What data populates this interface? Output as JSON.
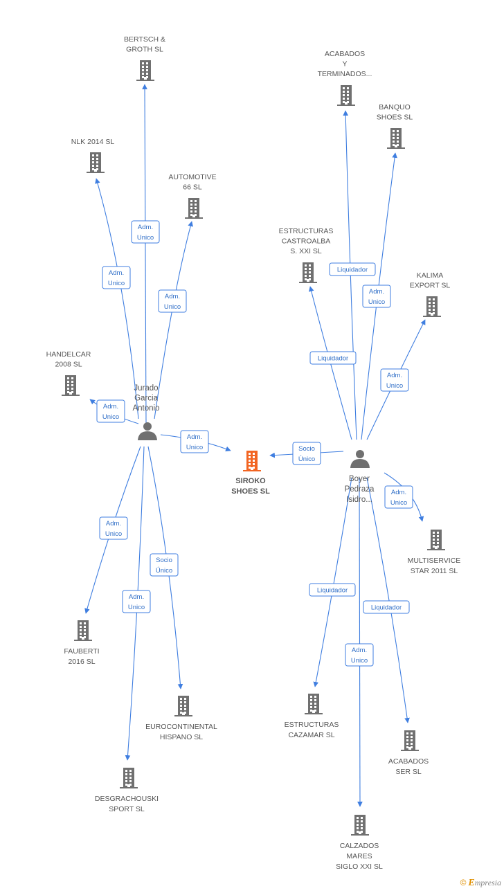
{
  "colors": {
    "edge": "#3f7ee0",
    "building": "#707070",
    "building_central": "#f26522",
    "person": "#707070",
    "badge_text": "#2f6ec7"
  },
  "central": {
    "id": "siroko",
    "lines": [
      "SIROKO",
      "SHOES SL"
    ],
    "icon": "building-icon"
  },
  "persons": [
    {
      "id": "jurado",
      "lines": [
        "Jurado",
        "Garcia",
        "Antonio"
      ],
      "icon": "person-icon"
    },
    {
      "id": "boyer",
      "lines": [
        "Boyer",
        "Pedraza",
        "Isidro..."
      ],
      "icon": "person-icon"
    }
  ],
  "companies": [
    {
      "id": "bertsch",
      "lines": [
        "BERTSCH &",
        "GROTH SL"
      ]
    },
    {
      "id": "nlk",
      "lines": [
        "NLK 2014 SL"
      ]
    },
    {
      "id": "automotive",
      "lines": [
        "AUTOMOTIVE",
        "66 SL"
      ]
    },
    {
      "id": "handelcar",
      "lines": [
        "HANDELCAR",
        "2008 SL"
      ]
    },
    {
      "id": "fauberti",
      "lines": [
        "FAUBERTI",
        "2016 SL"
      ]
    },
    {
      "id": "eurocontinental",
      "lines": [
        "EUROCONTINENTAL",
        "HISPANO SL"
      ]
    },
    {
      "id": "desgrachouski",
      "lines": [
        "DESGRACHOUSKI",
        "SPORT SL"
      ]
    },
    {
      "id": "acabados_y",
      "lines": [
        "ACABADOS",
        "Y",
        "TERMINADOS..."
      ]
    },
    {
      "id": "banquo",
      "lines": [
        "BANQUO",
        "SHOES SL"
      ]
    },
    {
      "id": "estructuras_castroalba",
      "lines": [
        "ESTRUCTURAS",
        "CASTROALBA",
        "S.  XXI SL"
      ]
    },
    {
      "id": "kalima",
      "lines": [
        "KALIMA",
        "EXPORT SL"
      ]
    },
    {
      "id": "multiservice",
      "lines": [
        "MULTISERVICE",
        "STAR 2011 SL"
      ]
    },
    {
      "id": "estructuras_cazamar",
      "lines": [
        "ESTRUCTURAS",
        "CAZAMAR SL"
      ]
    },
    {
      "id": "acabados_ser",
      "lines": [
        "ACABADOS",
        "SER SL"
      ]
    },
    {
      "id": "calzados",
      "lines": [
        "CALZADOS",
        "MARES",
        "SIGLO XXI SL"
      ]
    }
  ],
  "edges": [
    {
      "from": "jurado",
      "to": "bertsch",
      "label": [
        "Adm.",
        "Unico"
      ]
    },
    {
      "from": "jurado",
      "to": "nlk",
      "label": [
        "Adm.",
        "Unico"
      ]
    },
    {
      "from": "jurado",
      "to": "automotive",
      "label": [
        "Adm.",
        "Unico"
      ]
    },
    {
      "from": "jurado",
      "to": "handelcar",
      "label": [
        "Adm.",
        "Unico"
      ]
    },
    {
      "from": "jurado",
      "to": "siroko",
      "label": [
        "Adm.",
        "Unico"
      ]
    },
    {
      "from": "jurado",
      "to": "fauberti",
      "label": [
        "Adm.",
        "Unico"
      ]
    },
    {
      "from": "jurado",
      "to": "eurocontinental",
      "label": [
        "Socio",
        "Único"
      ]
    },
    {
      "from": "jurado",
      "to": "desgrachouski",
      "label": [
        "Adm.",
        "Unico"
      ]
    },
    {
      "from": "boyer",
      "to": "acabados_y",
      "label": [
        "Liquidador"
      ]
    },
    {
      "from": "boyer",
      "to": "banquo",
      "label": [
        "Adm.",
        "Unico"
      ]
    },
    {
      "from": "boyer",
      "to": "estructuras_castroalba",
      "label": [
        "Liquidador"
      ]
    },
    {
      "from": "boyer",
      "to": "kalima",
      "label": [
        "Adm.",
        "Unico"
      ]
    },
    {
      "from": "boyer",
      "to": "siroko",
      "label": [
        "Socio",
        "Único"
      ]
    },
    {
      "from": "boyer",
      "to": "multiservice",
      "label": [
        "Adm.",
        "Unico"
      ]
    },
    {
      "from": "boyer",
      "to": "estructuras_cazamar",
      "label": [
        "Liquidador"
      ]
    },
    {
      "from": "boyer",
      "to": "calzados",
      "label": [
        "Adm.",
        "Unico"
      ]
    },
    {
      "from": "boyer",
      "to": "acabados_ser",
      "label": [
        "Liquidador"
      ]
    }
  ],
  "footer": {
    "copyright": "©",
    "brand_initial": "E",
    "brand_rest": "mpresia"
  }
}
